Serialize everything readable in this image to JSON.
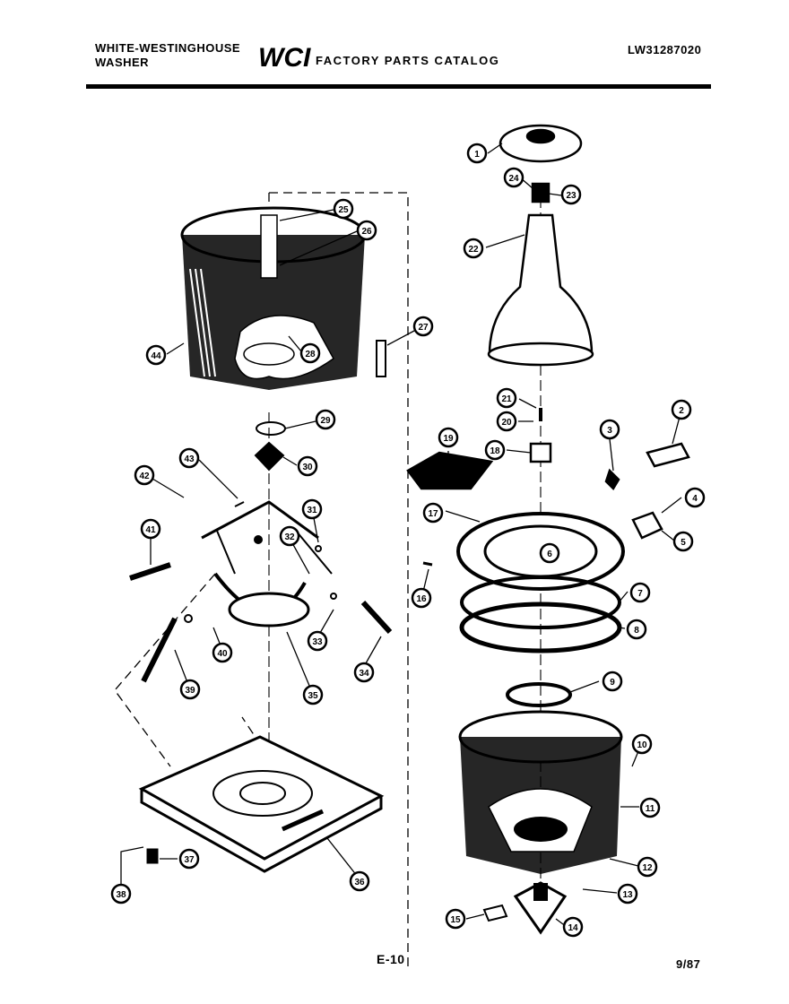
{
  "header": {
    "brand_line1": "WHITE-WESTINGHOUSE",
    "brand_line2": "WASHER",
    "logo_text": "WCI",
    "catalog_title": "FACTORY PARTS CATALOG",
    "model_number": "LW31287020"
  },
  "footer": {
    "page_number": "E-10",
    "date_code": "9/87"
  },
  "callouts": [
    "1",
    "24",
    "23",
    "22",
    "21",
    "20",
    "19",
    "18",
    "17",
    "16",
    "3",
    "2",
    "4",
    "5",
    "6",
    "7",
    "8",
    "9",
    "10",
    "11",
    "12",
    "13",
    "14",
    "15",
    "25",
    "26",
    "44",
    "28",
    "27",
    "29",
    "30",
    "43",
    "42",
    "41",
    "31",
    "32",
    "40",
    "39",
    "33",
    "34",
    "35",
    "37",
    "38",
    "36"
  ]
}
